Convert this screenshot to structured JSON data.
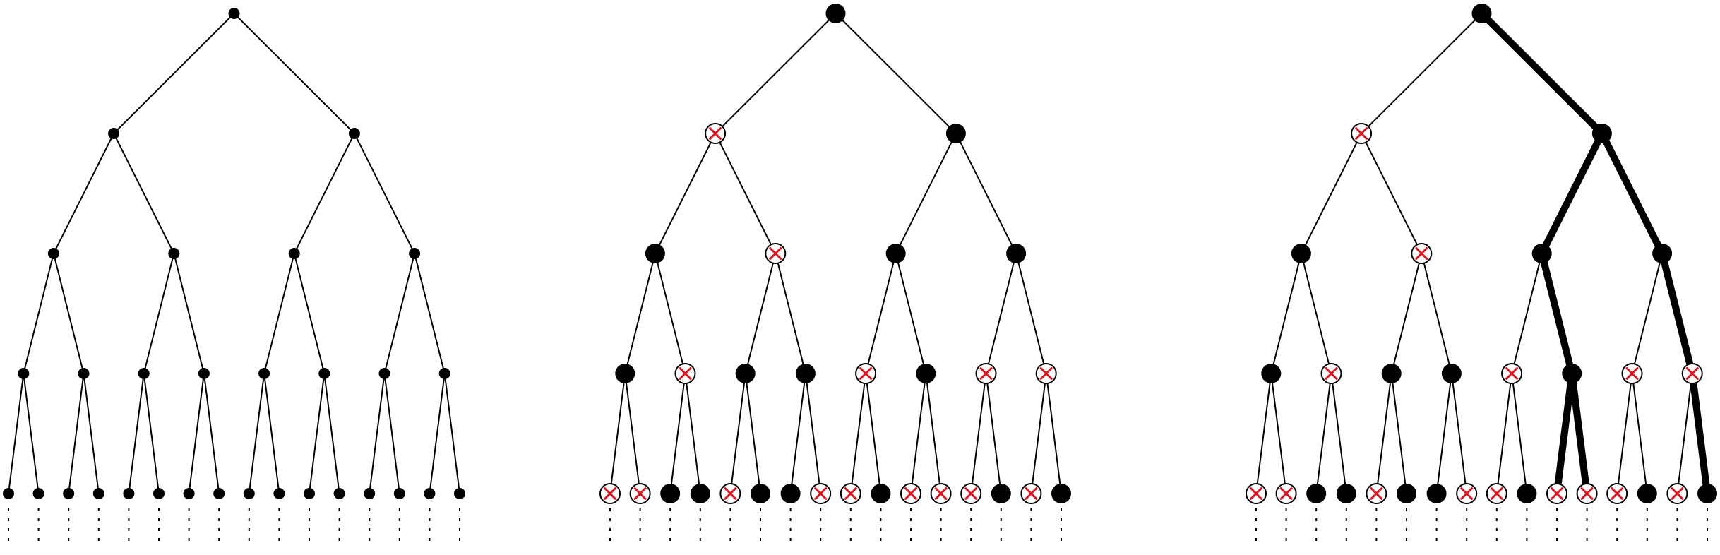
{
  "colors": {
    "background": "#ffffff",
    "edge": "#000000",
    "node_fill": "#000000",
    "removed_node_fill": "#ffffff",
    "removed_mark": "#e0141e"
  },
  "trees": [
    {
      "depth": 4,
      "status_by_level": [
        "u",
        "uu",
        "uuuu",
        "uuuuuuuu",
        "uuuuuuuuuuuuuuuu"
      ],
      "highlighted_path_leaves": []
    },
    {
      "depth": 4,
      "status_by_level": [
        "k",
        "xk",
        "kxkk",
        "kxkkxkxx",
        "xxkkxkkxxkxxxkxk"
      ],
      "highlighted_path_leaves": []
    },
    {
      "depth": 4,
      "status_by_level": [
        "k",
        "xk",
        "kxkk",
        "kxkkxkxx",
        "xxkkxkkxxkxxxkxk"
      ],
      "highlighted_path_leaves": [
        10,
        11,
        15
      ]
    }
  ]
}
